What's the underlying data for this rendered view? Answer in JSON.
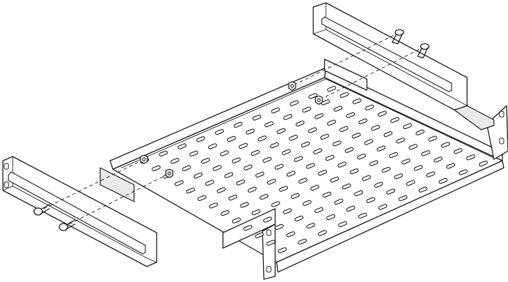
{
  "diagram": {
    "parts": [
      {
        "id": "tray",
        "label": ""
      },
      {
        "id": "rear-rail-left",
        "label": ""
      },
      {
        "id": "rear-rail-right",
        "label": ""
      },
      {
        "id": "screw",
        "label": ""
      },
      {
        "id": "nut",
        "label": ""
      }
    ],
    "vent_grid": {
      "rows": 13,
      "cols": 11
    },
    "screw_count": 4,
    "nut_count": 4
  }
}
